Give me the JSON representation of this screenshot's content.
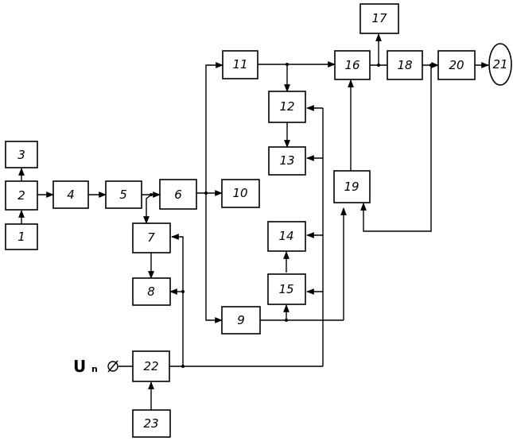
{
  "blocks": {
    "b1": "1",
    "b2": "2",
    "b3": "3",
    "b4": "4",
    "b5": "5",
    "b6": "6",
    "b7": "7",
    "b8": "8",
    "b9": "9",
    "b10": "10",
    "b11": "11",
    "b12": "12",
    "b13": "13",
    "b14": "14",
    "b15": "15",
    "b16": "16",
    "b17": "17",
    "b18": "18",
    "b19": "19",
    "b20": "20",
    "b21": "21",
    "b22": "22",
    "b23": "23"
  },
  "input": {
    "symbol": "U",
    "subscript": "n",
    "terminal": "∅"
  }
}
